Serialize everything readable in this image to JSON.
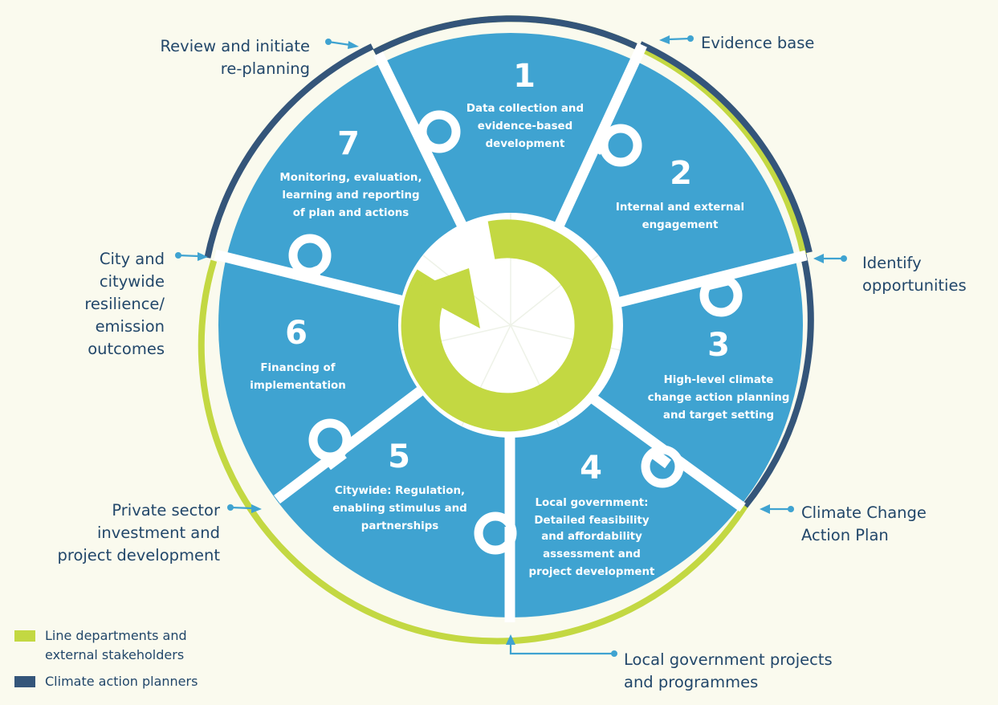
{
  "stages": [
    {
      "number": "1",
      "lines": [
        "Data collection and",
        "evidence-based",
        "development"
      ]
    },
    {
      "number": "2",
      "lines": [
        "Internal and external",
        "engagement"
      ]
    },
    {
      "number": "3",
      "lines": [
        "High-level climate",
        "change action planning",
        "and target setting"
      ]
    },
    {
      "number": "4",
      "lines": [
        "Local government:",
        "Detailed feasibility",
        "and affordability",
        "assessment and",
        "project development"
      ]
    },
    {
      "number": "5",
      "lines": [
        "Citywide: Regulation,",
        "enabling stimulus and",
        "partnerships"
      ]
    },
    {
      "number": "6",
      "lines": [
        "Financing of",
        "implementation"
      ]
    },
    {
      "number": "7",
      "lines": [
        "Monitoring, evaluation,",
        "learning and reporting",
        "of plan and actions"
      ]
    }
  ],
  "outer_labels": {
    "review": [
      "Review and initiate",
      "re-planning"
    ],
    "evidence": [
      "Evidence base"
    ],
    "identify": [
      "Identify",
      "opportunities"
    ],
    "ccap": [
      "Climate Change",
      "Action Plan"
    ],
    "local": [
      "Local government projects",
      "and programmes"
    ],
    "private": [
      "Private sector",
      "investment and",
      "project development"
    ],
    "city": [
      "City and",
      "citywide",
      "resilience/",
      "emission",
      "outcomes"
    ]
  },
  "legend": {
    "green_label": [
      "Line departments and",
      "external stakeholders"
    ],
    "dark_label": "Climate action planners"
  },
  "colors": {
    "background": "#fafaee",
    "segment_blue": "#3fa3d1",
    "lime_green": "#c3d842",
    "dark_navy": "#34557a",
    "text_navy": "#22476a"
  }
}
